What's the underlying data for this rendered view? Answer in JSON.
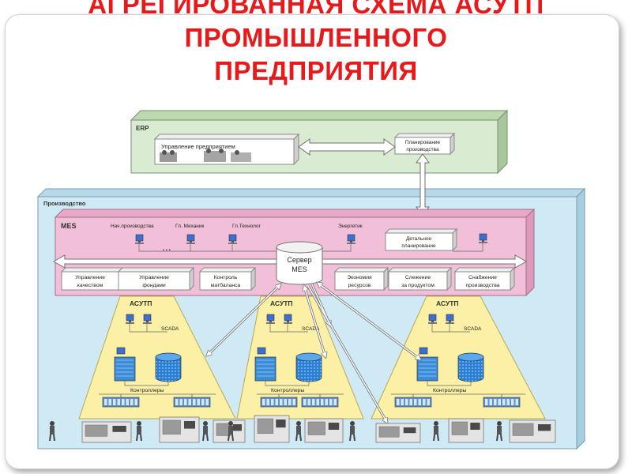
{
  "title": {
    "line1": "АГРЕГИРОВАННАЯ СХЕМА АСУТП",
    "line2": "ПРОМЫШЛЕННОГО",
    "line3": "ПРЕДПРИЯТИЯ"
  },
  "erp": {
    "label": "ERP",
    "management": "Управление предприятием",
    "planning_line1": "Планирование",
    "planning_line2": "производства"
  },
  "production": {
    "label": "Производство"
  },
  "mes": {
    "label": "MES",
    "roles": [
      "Нач.производства",
      "Гл. Механик",
      "Гл.Технолог",
      "Энергетик"
    ],
    "ellipsis": "...",
    "detailed_line1": "Детальное",
    "detailed_line2": "планирование",
    "server_line1": "Сервер",
    "server_line2": "MES",
    "modules": [
      {
        "line1": "Управление",
        "line2": "качеством"
      },
      {
        "line1": "Управление",
        "line2": "фондами"
      },
      {
        "line1": "Контроль",
        "line2": "матбаланса"
      },
      {
        "line1": "Экономия",
        "line2": "ресурсов"
      },
      {
        "line1": "Слежение",
        "line2": "за продуктом"
      },
      {
        "line1": "Снабжение",
        "line2": "производства"
      }
    ]
  },
  "asutp": {
    "label": "АСУТП",
    "scada": "SCADA",
    "controllers": "Контроллеры"
  },
  "colors": {
    "title": "#e8191b",
    "erp_bg": "#d9ecd2",
    "production_bg": "#cfe9f5",
    "mes_bg": "#f2bfd8",
    "asutp_bg": "#fbf0a6"
  }
}
